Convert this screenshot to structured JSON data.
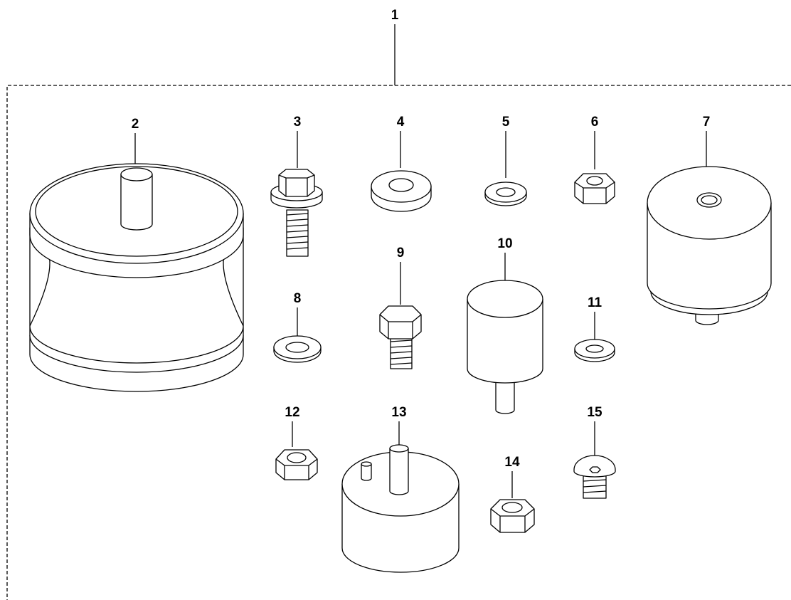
{
  "assembly": {
    "number": "1"
  },
  "parts": [
    {
      "number": "2"
    },
    {
      "number": "3"
    },
    {
      "number": "4"
    },
    {
      "number": "5"
    },
    {
      "number": "6"
    },
    {
      "number": "7"
    },
    {
      "number": "8"
    },
    {
      "number": "9"
    },
    {
      "number": "10"
    },
    {
      "number": "11"
    },
    {
      "number": "12"
    },
    {
      "number": "13"
    },
    {
      "number": "14"
    },
    {
      "number": "15"
    }
  ],
  "colors": {
    "line": "#000000",
    "fill": "#ffffff"
  }
}
